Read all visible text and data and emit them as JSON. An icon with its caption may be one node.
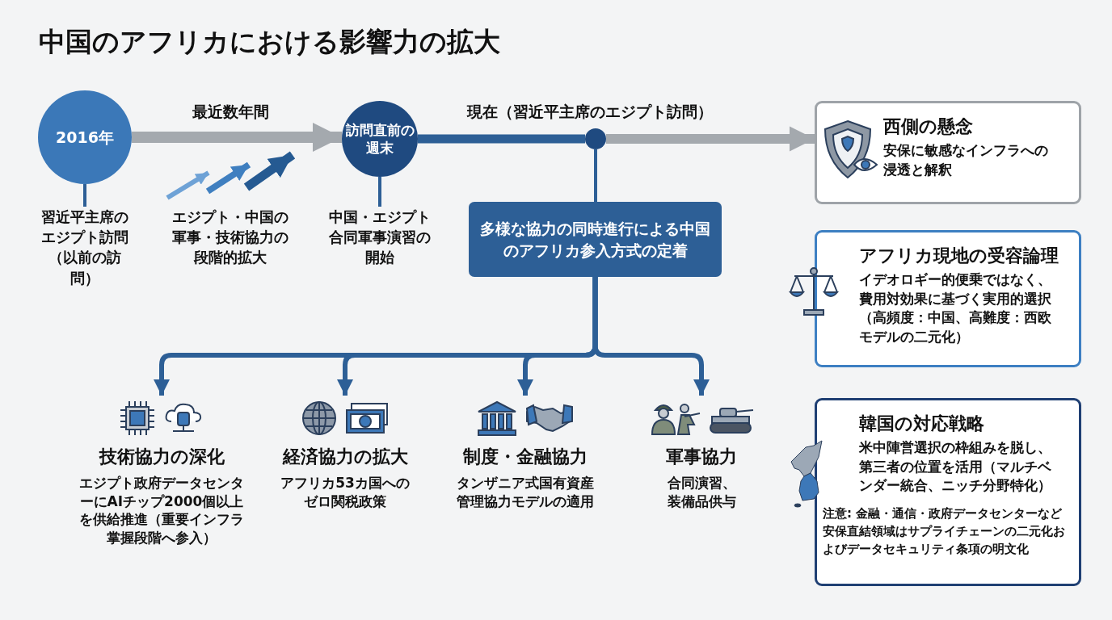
{
  "diagram": {
    "title": "中国のアフリカにおける影響力の拡大",
    "nodes": [
      {
        "text": [
          "2016年"
        ]
      },
      {
        "text": [
          "習近平主席のエジプト訪問（以前の訪問）"
        ]
      },
      {
        "text": [
          "訪問直前の週末"
        ]
      },
      {
        "text": [
          "中国・エジプト合同軍事演習の開始"
        ]
      },
      {
        "text": [],
        "shape": "circle"
      },
      {
        "text": [
          "多様な協力の同時進行による中国のアフリカ参入方式の定着"
        ]
      },
      {
        "text": [
          "技術協力の深化",
          "エジプト政府データセンターにAIチップ2000個以上を供給推進（重要インフラ掌握段階へ参入）"
        ]
      },
      {
        "text": [
          "経済協力の拡大",
          "アフリカ53カ国へのゼロ関税政策"
        ]
      },
      {
        "text": [
          "制度・金融協力",
          "タンザニア式国有資産管理協力モデルの適用"
        ]
      },
      {
        "text": [
          "軍事協力",
          "合同演習、装備品供与"
        ]
      },
      {
        "text": [
          "西側の懸念",
          "安保に敏感なインフラへの浸透と解釈"
        ]
      },
      {
        "text": [
          "アフリカ現地の受容論理",
          "イデオロギー的便乗ではなく、費用対効果に基づく実用的選択（高頻度：中国、高難度：西欧モデルの二元化）"
        ]
      },
      {
        "text": [
          "韓国の対応戦略",
          "米中陣営選択の枠組みを脱し、第三者の位置を活用（マルチベンダー統合、ニッチ分野特化）",
          "注意: 金融・通信・政府データセンターなど安保直結領域はサプライチェーンの二元化およびデータセキュリティ条項の明文化"
        ]
      }
    ],
    "edges": [
      {
        "from": 0,
        "to": 1,
        "arrow": "none"
      },
      {
        "from": 0,
        "to": 2,
        "arrow": "to",
        "label": "最近数年間",
        "style": "thick",
        "color": "#a4a9ae"
      },
      {
        "from": 2,
        "to": 3,
        "arrow": "none"
      },
      {
        "from": 2,
        "to": 4,
        "arrow": "none",
        "label": "現在（習近平主席のエジプト訪問）",
        "style": "thick"
      },
      {
        "from": 4,
        "to": 10,
        "arrow": "to",
        "style": "thick",
        "color": "#a4a9ae"
      },
      {
        "from": 4,
        "to": 5,
        "arrow": "none"
      },
      {
        "from": 5,
        "to": 6,
        "arrow": "to"
      },
      {
        "from": 5,
        "to": 7,
        "arrow": "to"
      },
      {
        "from": 5,
        "to": 8,
        "arrow": "to"
      },
      {
        "from": 5,
        "to": 9,
        "arrow": "to"
      }
    ],
    "labels": [
      "エジプト・中国の軍事・技術協力の段階的拡大"
    ]
  }
}
